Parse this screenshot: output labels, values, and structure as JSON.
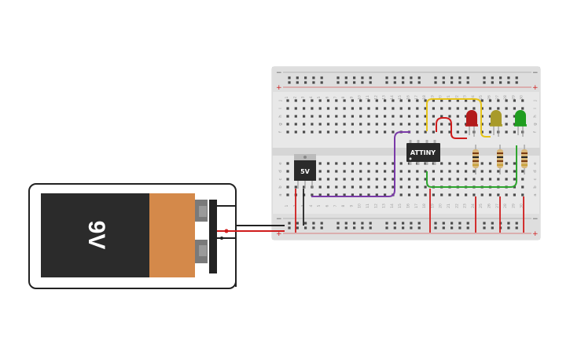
{
  "battery": {
    "label": "9V"
  },
  "chip": {
    "label": "ATTINY"
  },
  "regulator": {
    "label": "5V"
  },
  "breadboard": {
    "rail_plus": "+",
    "rail_minus": "−",
    "column_numbers": [
      "1",
      "2",
      "3",
      "4",
      "5",
      "6",
      "7",
      "8",
      "9",
      "10",
      "11",
      "12",
      "13",
      "14",
      "15",
      "16",
      "17",
      "18",
      "19",
      "20",
      "21",
      "22",
      "23",
      "24",
      "25",
      "26",
      "27",
      "28",
      "29",
      "30"
    ],
    "row_letters_top": [
      "j",
      "i",
      "h",
      "g",
      "f"
    ],
    "row_letters_bottom": [
      "e",
      "d",
      "c",
      "b",
      "a"
    ]
  },
  "leds": [
    {
      "name": "led-red",
      "color": "#b31b1b"
    },
    {
      "name": "led-yellow",
      "color": "#a89a2a"
    },
    {
      "name": "led-green",
      "color": "#1f9d1f"
    }
  ],
  "colors": {
    "board": "#e9e9e9",
    "wire_red": "#d01c1c",
    "wire_black": "#222222",
    "wire_purple": "#7a3aa8",
    "wire_yellow": "#e6c41a",
    "wire_green": "#2fa52f",
    "battery_body": "#2b2b2b",
    "battery_cap": "#d4894a"
  }
}
